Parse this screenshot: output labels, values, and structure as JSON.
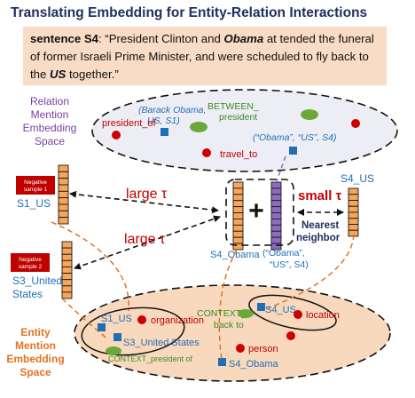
{
  "title": "Translating Embedding for Entity-Relation Interactions",
  "sentence": {
    "label": "sentence S4",
    "sep": ": ",
    "p1": "“President Clinton and ",
    "obama": "Obama",
    "p2": " at tended the funeral of former Israeli Prime Minister, and were scheduled to fly back to the ",
    "us": "US",
    "p3": " together.”"
  },
  "relation_space": {
    "label_lines": [
      "Relation",
      "Mention",
      "Embedding",
      "Space"
    ],
    "points": {
      "barack": [
        "(Barack Obama,",
        "US, S1)"
      ],
      "between": [
        "BETWEEN_",
        "president"
      ],
      "president_of": "president_of",
      "travel_to": "travel_to",
      "s4_tuple": "(“Obama”, “US”, S4)"
    }
  },
  "entity_space": {
    "label_lines": [
      "Entity",
      "Mention",
      "Embedding",
      "Space"
    ],
    "points": {
      "s1_us": "S1_US",
      "organization": "organization",
      "s3_united_states": "S3_United States",
      "context_president_of": "CONTEXT_president of",
      "context_back_to": [
        "CONTEXT_",
        "back to"
      ],
      "s4_us": "S4_US",
      "location": "location",
      "person": "person",
      "s4_obama": "S4_Obama"
    }
  },
  "samples": {
    "neg1": {
      "badge_lines": [
        "Negative",
        "sample 1"
      ],
      "label": "S1_US"
    },
    "neg2": {
      "badge_lines": [
        "Negative",
        "sample 2"
      ],
      "label_lines": [
        "S3_United",
        "States"
      ]
    }
  },
  "center": {
    "plus": "+",
    "s4_obama": "S4_Obama",
    "tuple_lines": [
      "(“Obama”,",
      "“US”, S4)"
    ],
    "s4_us": "S4_US",
    "large_tau_1": "large τ",
    "large_tau_2": "large τ",
    "small_tau": "small τ",
    "nearest_lines": [
      "Nearest",
      "neighbor"
    ]
  },
  "colors": {
    "title": "#1f3060",
    "sentence_bg": "#f8dcc6",
    "relation_bg": "#edeef5",
    "entity_bg": "#f9d9be",
    "label_blue": "#1f6fb5",
    "label_purple": "#7b3fa0",
    "label_red": "#c00000",
    "label_orange": "#e37222",
    "green_text": "#3a8a22",
    "bar_orange": "#f5a65b",
    "bar_purple": "#8e6bbf",
    "badge_red": "#c00000",
    "red_dot": "#cc0000",
    "green_dot": "#6aa83a",
    "blue_square": "#1f6fb5"
  }
}
